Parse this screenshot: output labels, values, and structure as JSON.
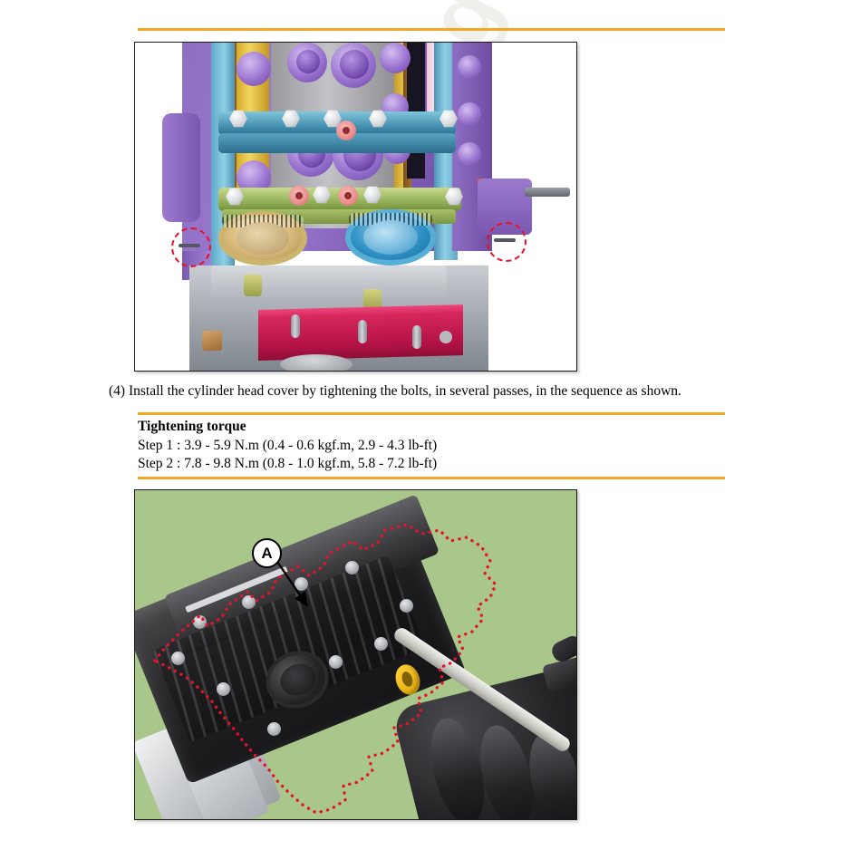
{
  "document": {
    "type": "service-manual-page",
    "watermark_text": "autoliagn.com"
  },
  "colors": {
    "divider_orange": "#f5a623",
    "photo_background_green": "#a9c78a",
    "outline_red": "#e8112d",
    "text_black": "#000000"
  },
  "figures": {
    "top": {
      "name": "cylinder-head-cover-bolt-sequence-illustration",
      "description": "Color cut-away CAD view of cylinder head with camshaft bearing caps, sprockets and bolt locations",
      "reference_marks": 2
    },
    "bottom": {
      "name": "cylinder-head-cover-photo",
      "description": "Photo of engine with cylinder head cover outlined by red dotted line",
      "callouts": [
        {
          "label": "A",
          "target": "cylinder head cover"
        }
      ]
    }
  },
  "instruction": {
    "step_number": "(4)",
    "text": "Install the cylinder head cover by tightening the bolts, in several passes, in the sequence as shown."
  },
  "torque": {
    "title": "Tightening torque",
    "steps": [
      "Step 1 : 3.9 - 5.9 N.m (0.4 - 0.6 kgf.m, 2.9 - 4.3 lb-ft)",
      "Step 2 : 7.8 - 9.8 N.m (0.8 - 1.0 kgf.m, 5.8 - 7.2 lb-ft)"
    ]
  }
}
